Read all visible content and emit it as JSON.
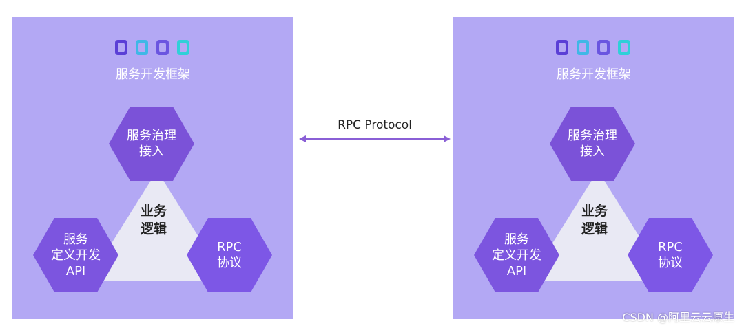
{
  "panels": [
    {
      "logo_icon": "dubbo-logo",
      "subtitle": "服务开发框架",
      "core_line1": "业务",
      "core_line2": "逻辑",
      "hex_top": [
        "服务治理",
        "接入"
      ],
      "hex_left": [
        "服务",
        "定义开发",
        "API"
      ],
      "hex_right": [
        "RPC",
        "协议"
      ]
    },
    {
      "logo_icon": "dubbo-logo",
      "subtitle": "服务开发框架",
      "core_line1": "业务",
      "core_line2": "逻辑",
      "hex_top": [
        "服务治理",
        "接入"
      ],
      "hex_left": [
        "服务",
        "定义开发",
        "API"
      ],
      "hex_right": [
        "RPC",
        "协议"
      ]
    }
  ],
  "connector": {
    "label": "RPC Protocol",
    "icon": "double-headed-arrow"
  },
  "watermark": "CSDN @阿里云云原生",
  "colors": {
    "panel_bg": "#b3a8f4",
    "hexagon": "#7b52d8",
    "triangle": "#e9e9f4",
    "arrow": "#8a5fd6"
  }
}
